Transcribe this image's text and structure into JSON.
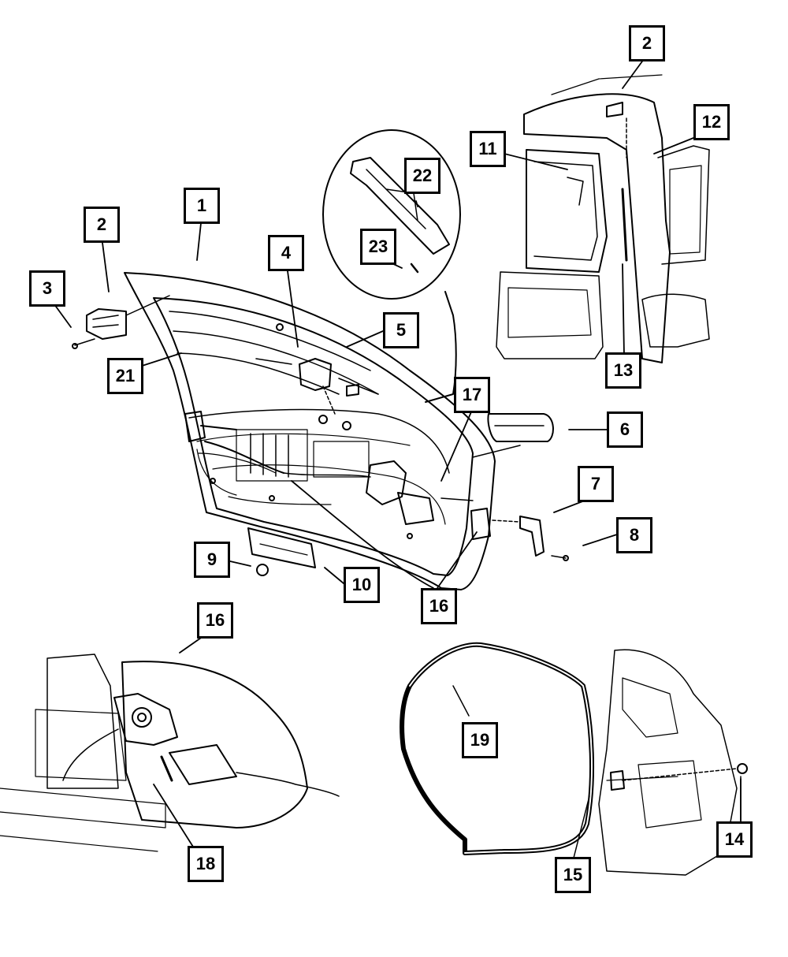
{
  "diagram": {
    "callouts": {
      "c1": "1",
      "c2a": "2",
      "c2b": "2",
      "c3": "3",
      "c4": "4",
      "c5": "5",
      "c6": "6",
      "c7": "7",
      "c8": "8",
      "c9": "9",
      "c10": "10",
      "c11": "11",
      "c12": "12",
      "c13": "13",
      "c14": "14",
      "c15": "15",
      "c16a": "16",
      "c16b": "16",
      "c17": "17",
      "c18": "18",
      "c19": "19",
      "c21": "21",
      "c22": "22",
      "c23": "23"
    }
  }
}
